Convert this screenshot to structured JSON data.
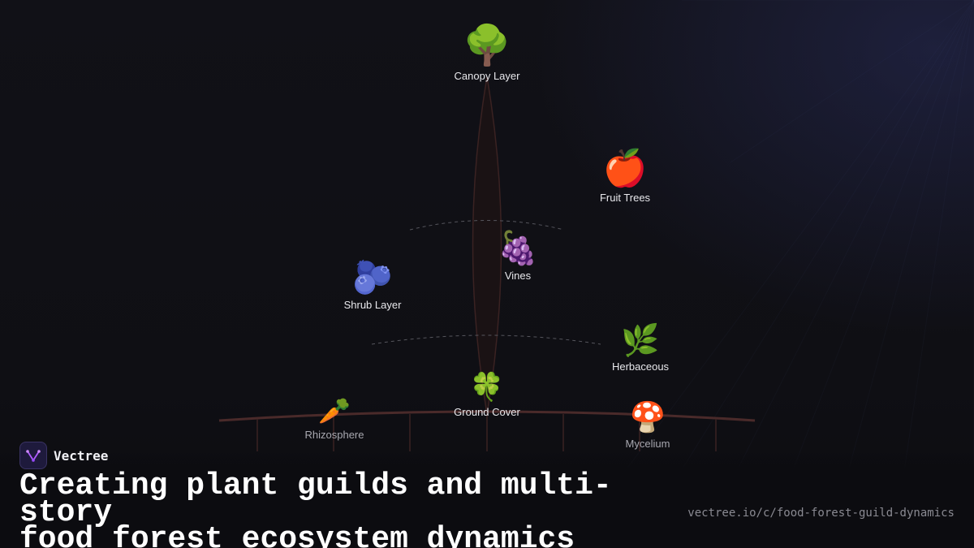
{
  "brand": {
    "name": "Vectree",
    "logo_icon": "vectree-logo-icon",
    "logo_color": "#b05cff"
  },
  "headline": {
    "line1": "Creating plant guilds and multi-story",
    "line2": "food forest ecosystem dynamics"
  },
  "url": "vectree.io/c/food-forest-guild-dynamics",
  "colors": {
    "trunk": "#3a2222",
    "ground": "#4a2a2a",
    "guide": "#55555c"
  },
  "nodes": [
    {
      "id": "canopy",
      "label": "Canopy Layer",
      "emoji": "🌳",
      "icon": "tree-icon"
    },
    {
      "id": "fruit",
      "label": "Fruit Trees",
      "emoji": "🍎",
      "icon": "apple-icon"
    },
    {
      "id": "vines",
      "label": "Vines",
      "emoji": "🍇",
      "icon": "grapes-icon"
    },
    {
      "id": "shrub",
      "label": "Shrub Layer",
      "emoji": "🫐",
      "icon": "blueberries-icon"
    },
    {
      "id": "herbaceous",
      "label": "Herbaceous",
      "emoji": "🌿",
      "icon": "herb-icon"
    },
    {
      "id": "ground",
      "label": "Ground Cover",
      "emoji": "🍀",
      "icon": "clover-icon"
    },
    {
      "id": "rhizosphere",
      "label": "Rhizosphere",
      "emoji": "🥕",
      "icon": "carrot-icon"
    },
    {
      "id": "mycelium",
      "label": "Mycelium",
      "emoji": "🍄",
      "icon": "mushroom-icon"
    }
  ]
}
